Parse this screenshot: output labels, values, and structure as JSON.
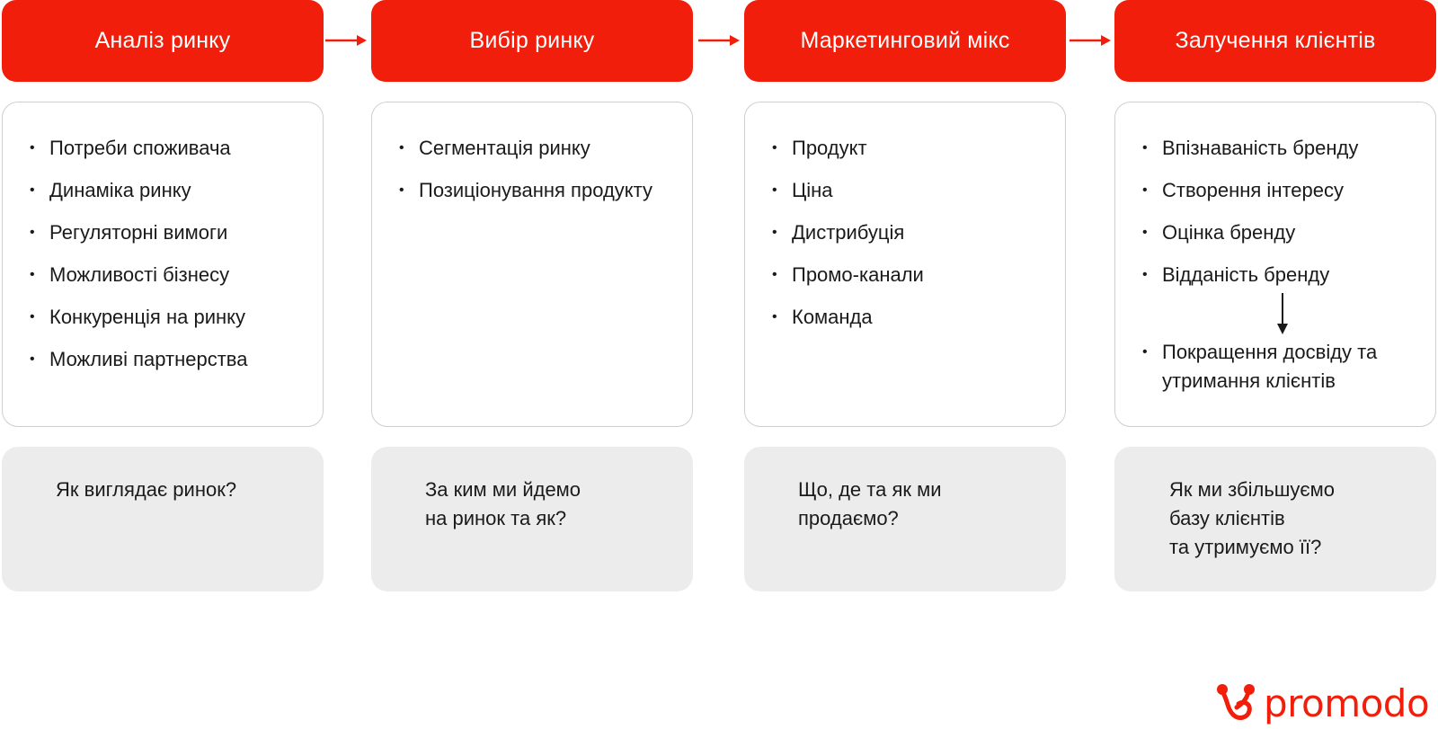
{
  "stages": [
    {
      "title": "Аналіз ринку",
      "items": [
        "Потреби споживача",
        "Динаміка ринку",
        "Регуляторні вимоги",
        "Можливості бізнесу",
        "Конкуренція на ринку",
        "Можливі партнерства"
      ],
      "question": "Як виглядає ринок?"
    },
    {
      "title": "Вибір ринку",
      "items": [
        "Сегментація ринку",
        "Позиціонування продукту"
      ],
      "question": "За ким ми йдемо\nна ринок та як?"
    },
    {
      "title": "Маркетинговий мікс",
      "items": [
        "Продукт",
        "Ціна",
        "Дистрибуція",
        "Промо-канали",
        "Команда"
      ],
      "question": "Що, де та як ми\nпродаємо?"
    },
    {
      "title": "Залучення клієнтів",
      "items": [
        "Впізнаваність бренду",
        "Створення інтересу",
        "Оцінка бренду",
        "Відданість бренду"
      ],
      "followup_item": "Покращення досвіду та утримання клієнтів",
      "question": "Як ми збільшуємо\nбазу клієнтів\nта утримуємо її?"
    }
  ],
  "brand": {
    "logo_text": "promodo",
    "accent_color": "#f01e0a",
    "question_bg": "#ececec",
    "connector_icon": "arrow-right-icon",
    "logo_icon": "promodo-mark-icon"
  }
}
